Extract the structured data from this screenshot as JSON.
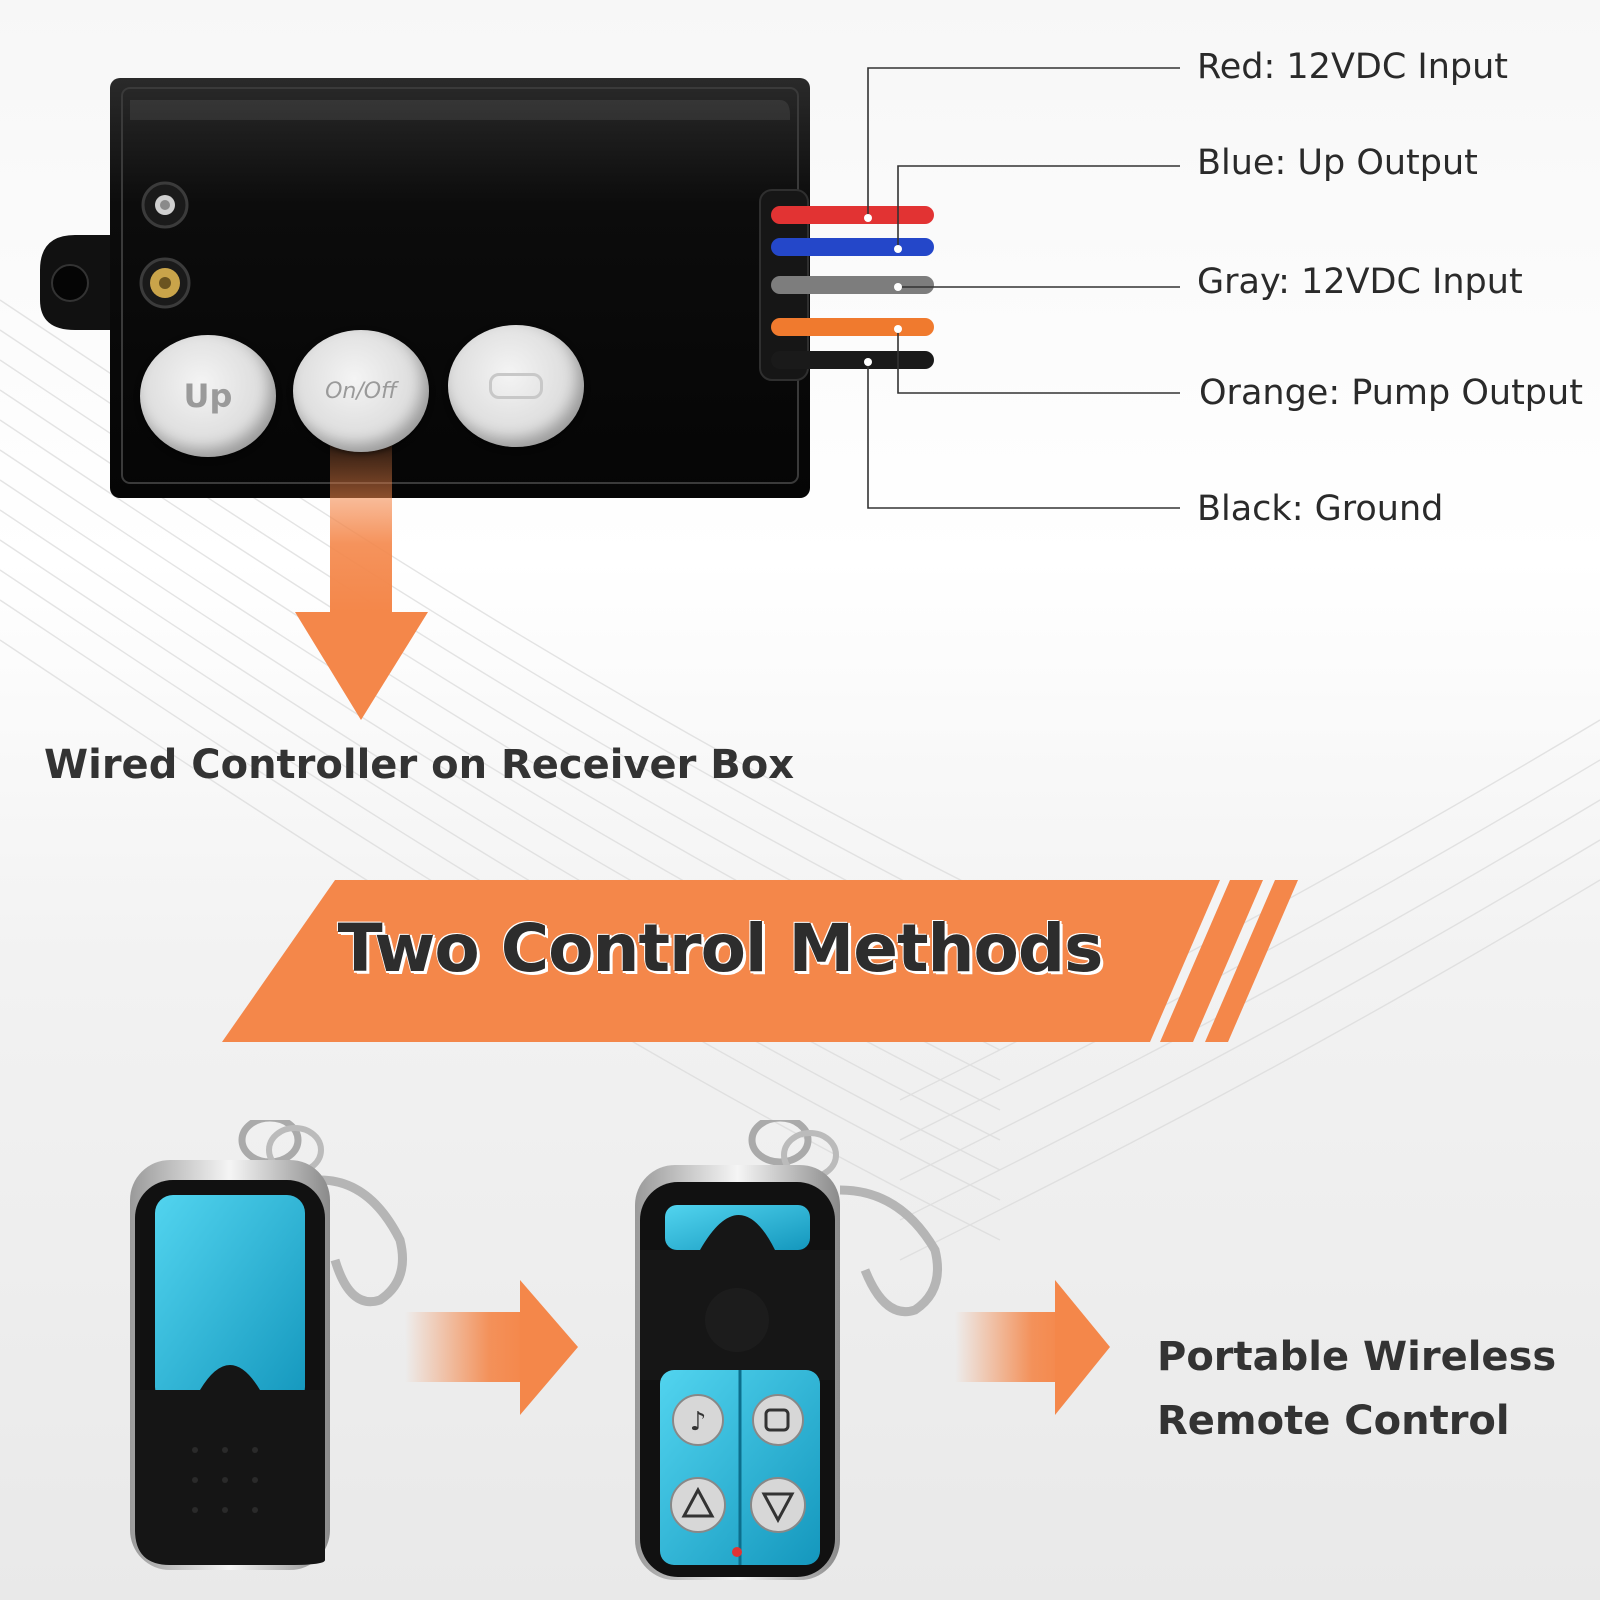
{
  "wire_labels": {
    "red": "Red: 12VDC Input",
    "blue": "Blue: Up Output",
    "gray": "Gray: 12VDC Input",
    "orange": "Orange: Pump Output",
    "black": "Black: Ground"
  },
  "receiver_buttons": {
    "up": "Up",
    "on_off": "On/Off"
  },
  "wired_caption": "Wired Controller on Receiver Box",
  "banner_title": "Two Control Methods",
  "wireless_caption": {
    "line1": "Portable Wireless",
    "line2": "Remote Control"
  },
  "colors": {
    "accent_orange": "#f4874a",
    "wire_red": "#e23333",
    "wire_blue": "#2447c9",
    "wire_gray": "#7d7d7d",
    "wire_orange": "#f07a2e",
    "wire_black": "#1a1a1a",
    "remote_cyan": "#23b8dc"
  }
}
